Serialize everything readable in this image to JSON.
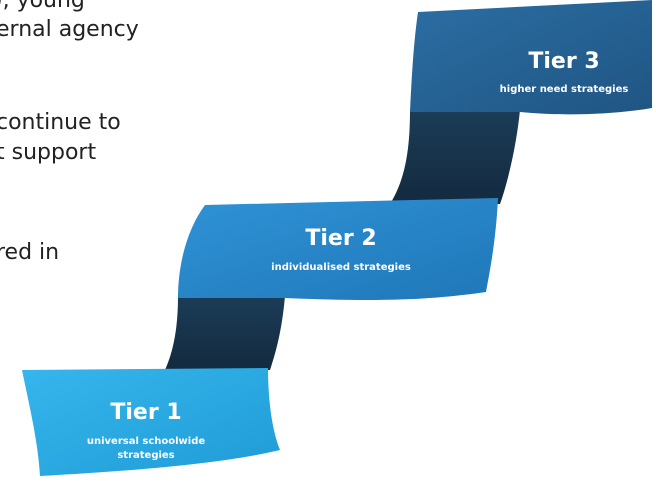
{
  "body_text": {
    "line_1": "), young",
    "line_2": "ernal agency",
    "line_3": "continue to",
    "line_4": "t support",
    "line_5": "red in"
  },
  "tiers": [
    {
      "title": "Tier 1",
      "subtitle_line1": "universal schoolwide",
      "subtitle_line2": "strategies"
    },
    {
      "title": "Tier 2",
      "subtitle_line1": "individualised strategies"
    },
    {
      "title": "Tier 3",
      "subtitle_line1": "higher need strategies"
    }
  ],
  "colors": {
    "tier1": "#29a9e1",
    "tier2": "#2a86c8",
    "tier3": "#245f8e",
    "dark_fold": "#17324a"
  }
}
